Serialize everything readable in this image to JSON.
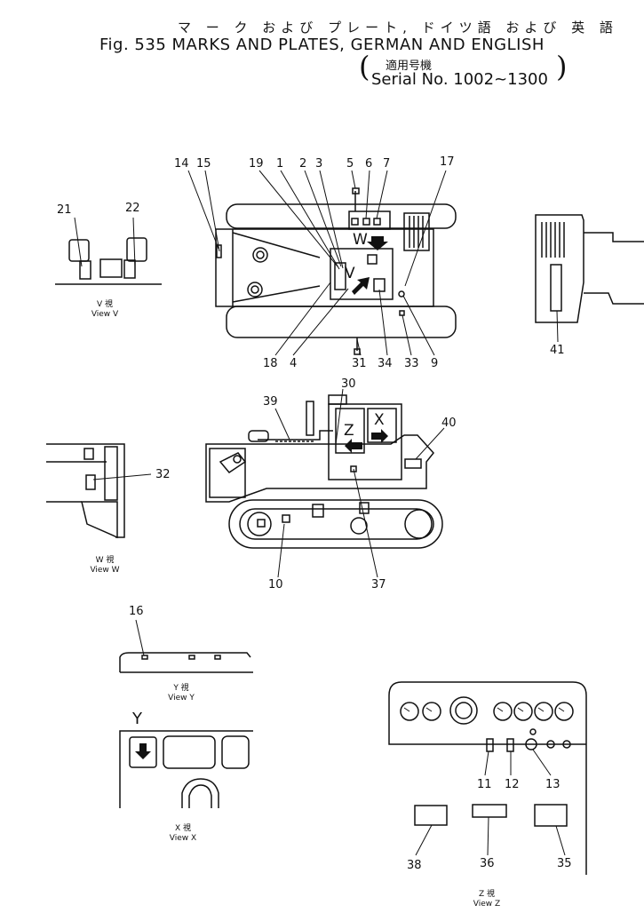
{
  "header": {
    "jp_title": "マ ー ク および プレート, ドイツ語 および 英 語",
    "title": "Fig. 535 MARKS AND PLATES, GERMAN AND ENGLISH",
    "jp_serial": "適用号機",
    "serial": "Serial No. 1002~1300",
    "paren_open": "(",
    "paren_close": ")"
  },
  "views": {
    "view_v": {
      "jp": "V 視",
      "en": "View V"
    },
    "view_w": {
      "jp": "W 視",
      "en": "View W"
    },
    "view_y": {
      "jp": "Y 視",
      "en": "View Y"
    },
    "view_x": {
      "jp": "X 視",
      "en": "View X"
    },
    "view_z": {
      "jp": "Z 視",
      "en": "View Z"
    }
  },
  "view_letters": {
    "w": "W",
    "v": "V",
    "z": "Z",
    "x": "X",
    "y": "Y"
  },
  "callouts": {
    "c1": "1",
    "c2": "2",
    "c3": "3",
    "c4": "4",
    "c5": "5",
    "c6": "6",
    "c7": "7",
    "c9": "9",
    "c10": "10",
    "c11": "11",
    "c12": "12",
    "c13": "13",
    "c14": "14",
    "c15": "15",
    "c16": "16",
    "c17": "17",
    "c18": "18",
    "c19": "19",
    "c21": "21",
    "c22": "22",
    "c30": "30",
    "c31": "31",
    "c32": "32",
    "c33": "33",
    "c34": "34",
    "c35": "35",
    "c36": "36",
    "c37": "37",
    "c38": "38",
    "c39": "39",
    "c40": "40",
    "c41": "41"
  }
}
